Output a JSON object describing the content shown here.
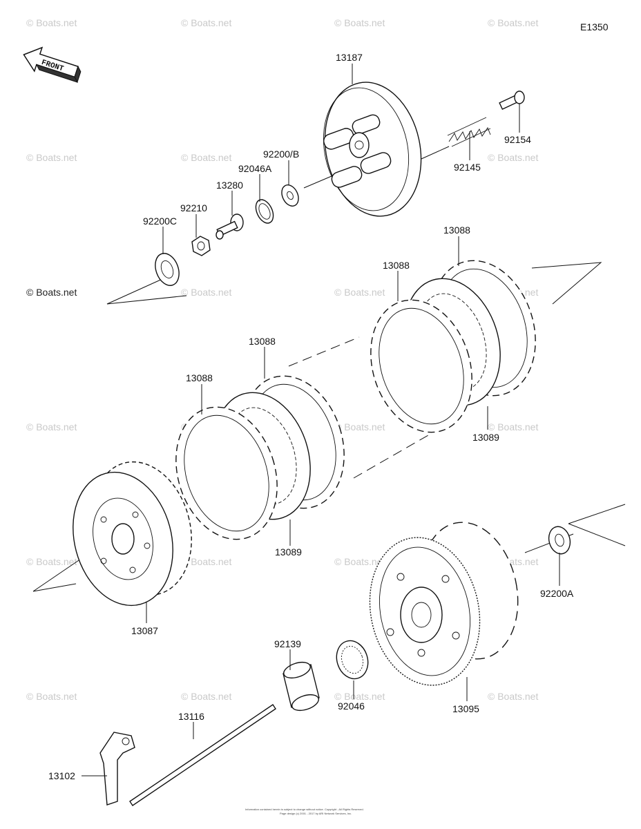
{
  "diagram_code": "E1350",
  "front_label": "FRONT",
  "watermark": "© Boats.net",
  "copyright_footer": {
    "line1": "Information contained herein is subject to change without notice. Copyright - All Rights Reserved.",
    "line2": "Page design (c) 2001 - 2017 by ARI Network Services, Inc."
  },
  "part_labels": [
    {
      "id": "13187",
      "text": "13187"
    },
    {
      "id": "92154",
      "text": "92154"
    },
    {
      "id": "92145",
      "text": "92145"
    },
    {
      "id": "92200B",
      "text": "92200/B"
    },
    {
      "id": "92046A",
      "text": "92046A"
    },
    {
      "id": "13280",
      "text": "13280"
    },
    {
      "id": "92210",
      "text": "92210"
    },
    {
      "id": "92200C",
      "text": "92200C"
    },
    {
      "id": "13088a",
      "text": "13088"
    },
    {
      "id": "13088b",
      "text": "13088"
    },
    {
      "id": "13088c",
      "text": "13088"
    },
    {
      "id": "13088d",
      "text": "13088"
    },
    {
      "id": "13089a",
      "text": "13089"
    },
    {
      "id": "13089b",
      "text": "13089"
    },
    {
      "id": "13087",
      "text": "13087"
    },
    {
      "id": "92200A",
      "text": "92200A"
    },
    {
      "id": "92139",
      "text": "92139"
    },
    {
      "id": "92046",
      "text": "92046"
    },
    {
      "id": "13095",
      "text": "13095"
    },
    {
      "id": "13116",
      "text": "13116"
    },
    {
      "id": "13102",
      "text": "13102"
    }
  ]
}
